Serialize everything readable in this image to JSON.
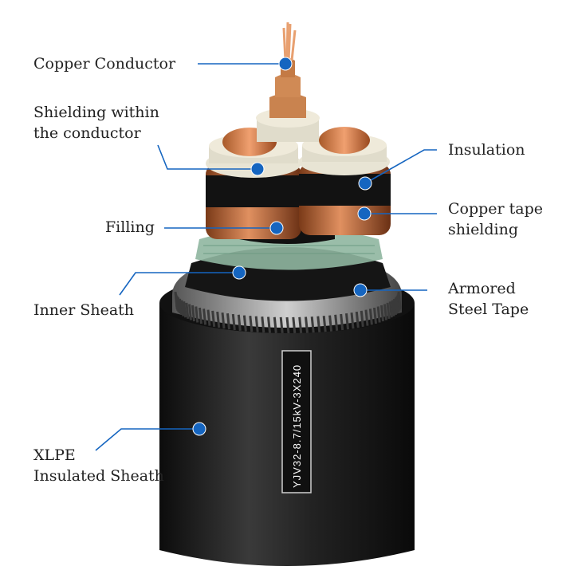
{
  "labels": {
    "copper_conductor": [
      "Copper Conductor"
    ],
    "shielding_within": [
      "Shielding within",
      "the conductor"
    ],
    "filling": [
      "Filling"
    ],
    "inner_sheath": [
      "Inner Sheath"
    ],
    "xlpe": [
      "XLPE",
      "Insulated Sheath"
    ],
    "insulation": [
      "Insulation"
    ],
    "copper_tape": [
      "Copper tape",
      "shielding"
    ],
    "armored": [
      "Armored",
      "Steel Tape"
    ]
  },
  "cable_marking": "YJV32-8.7/15kV-3X240",
  "colors": {
    "leader_line": "#1565c0",
    "dot": "#1565c0",
    "copper": "#c8733a",
    "sheath": "#1c1c1c",
    "insulation": "#e8e4d4"
  }
}
